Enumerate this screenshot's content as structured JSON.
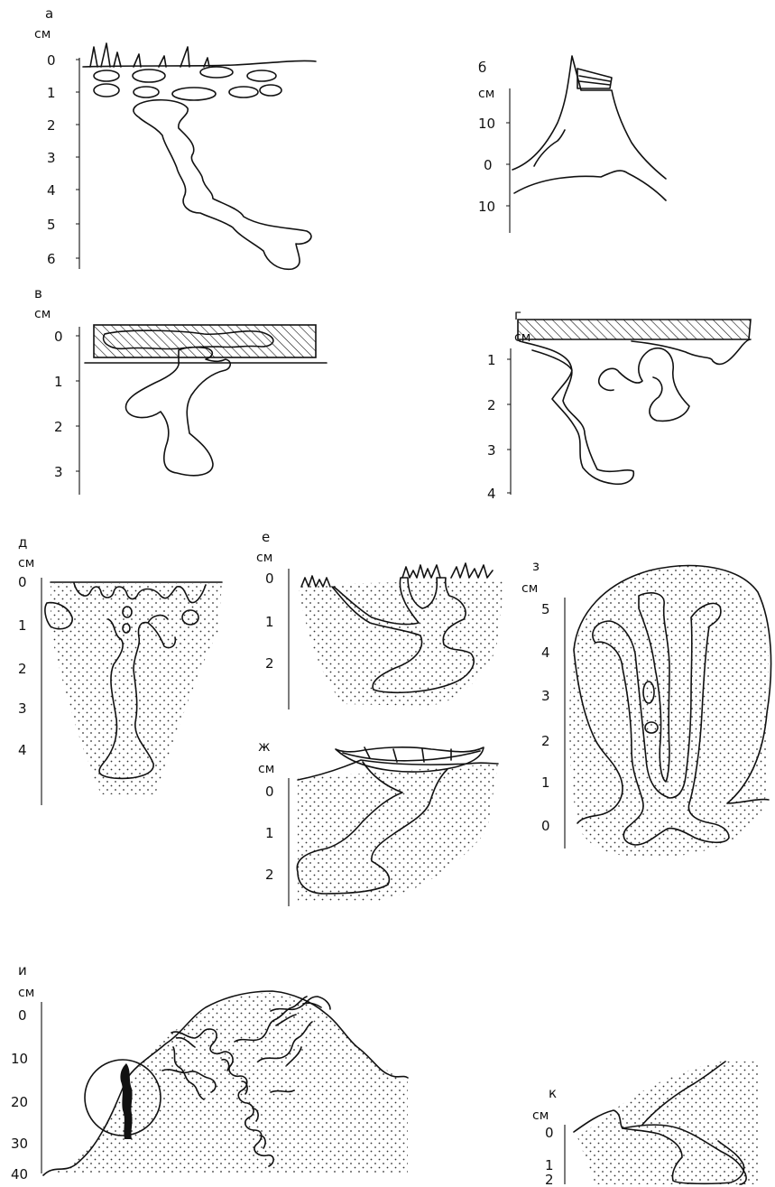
{
  "panels": [
    {
      "id": "a",
      "letter": "а",
      "unit": "см",
      "ticks": [
        "0",
        "1",
        "2",
        "3",
        "4",
        "5",
        "6"
      ]
    },
    {
      "id": "b",
      "letter": "б",
      "unit": "см",
      "ticks": [
        "10",
        "0",
        "10"
      ]
    },
    {
      "id": "v",
      "letter": "в",
      "unit": "см",
      "ticks": [
        "0",
        "1",
        "2",
        "3"
      ]
    },
    {
      "id": "g",
      "letter": "г",
      "unit": "см",
      "ticks": [
        "1",
        "2",
        "3",
        "4"
      ]
    },
    {
      "id": "d",
      "letter": "д",
      "unit": "см",
      "ticks": [
        "0",
        "1",
        "2",
        "3",
        "4"
      ]
    },
    {
      "id": "e",
      "letter": "е",
      "unit": "см",
      "ticks": [
        "0",
        "1",
        "2"
      ]
    },
    {
      "id": "zh",
      "letter": "ж",
      "unit": "см",
      "ticks": [
        "0",
        "1",
        "2"
      ]
    },
    {
      "id": "z",
      "letter": "з",
      "unit": "см",
      "ticks": [
        "5",
        "4",
        "3",
        "2",
        "1",
        "0"
      ]
    },
    {
      "id": "i",
      "letter": "и",
      "unit": "см",
      "ticks": [
        "0",
        "10",
        "20",
        "30",
        "40"
      ]
    },
    {
      "id": "k",
      "letter": "к",
      "unit": "см",
      "ticks": [
        "0",
        "1",
        "2"
      ]
    }
  ]
}
